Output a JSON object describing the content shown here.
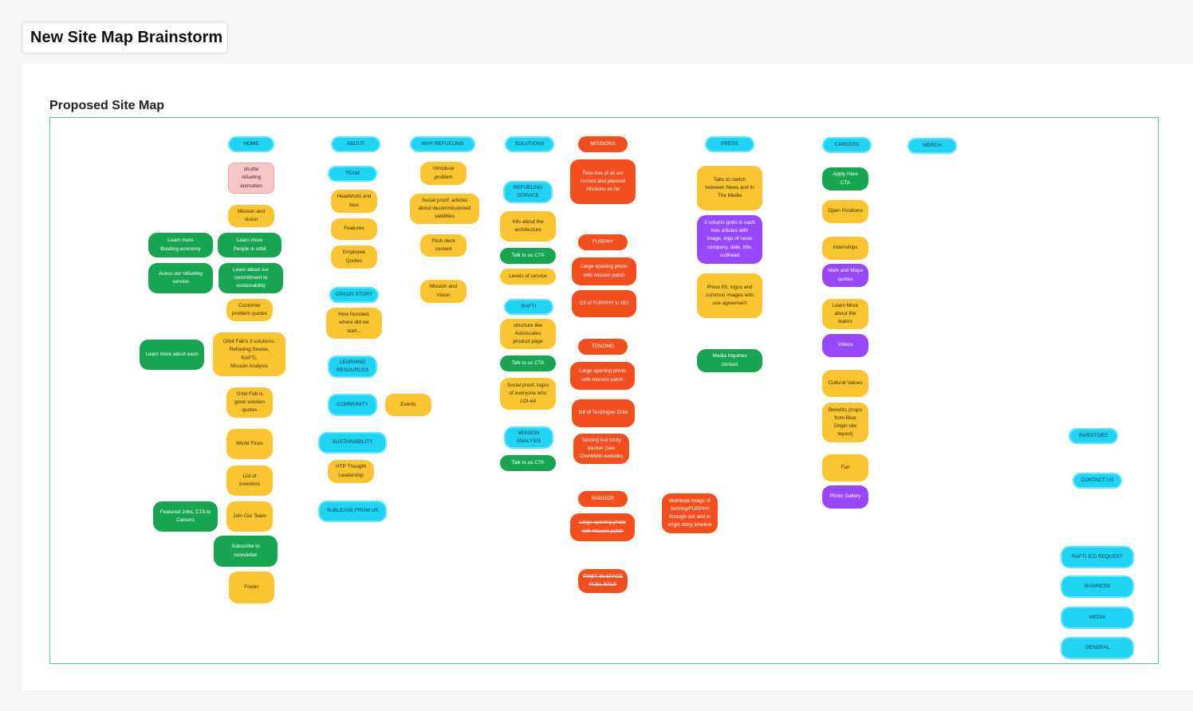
{
  "page": {
    "title": "New Site Map Brainstorm",
    "section_title": "Proposed Site Map"
  },
  "palette": {
    "cyan": "#1fd3f3",
    "yellow": "#fbc531",
    "green": "#18a552",
    "red": "#f24e1e",
    "pink": "#f7c6c6",
    "purple": "#9747ff",
    "frame_border": "#4fc4a0"
  },
  "nodes": {
    "home": "HOME",
    "shuttle_refueling_animation": "shuttle\nrefueling\nanimation",
    "mission_and_vision": "Mission and\nvision",
    "learn_more_bustling_economy": "Learn more\nBustling economy",
    "learn_more_people_in_orbit": "Learn more\nPeople in orbit",
    "access_refueling_service": "Acess our refueling\nservice",
    "learn_commitment_sustainability": "Learn about our\ncommitment to\nsustainability",
    "customer_problem_quotes": "Customer\nproblem quotes",
    "learn_more_about_each": "Learn more about each",
    "orbit_fab_3_solutions": "Orbit Fab's 3 solutions:\nRefueling Sevice,\nRAFTI,\nMission Analysis",
    "good_solution_quotes": "Orbit Fab is\ngood solution\nquotes",
    "world_firsts": "World Firsts",
    "list_of_investors": "List of\nInvestors",
    "featured_jobs": "Featured Jobs, CTA to\nCareers",
    "join_our_team": "Join Our Team",
    "subscribe_newsletter": "Subscribe to\nnewsletter",
    "footer": "Footer",
    "about": "ABOUT",
    "team": "TEAM",
    "headshots_and_bios": "Headshots and\nbios",
    "features": "Features",
    "employee_quotes": "Employee\nQuotes",
    "origin_story": "ORIGIN STORY",
    "how_founded": "How founded,\nwhere did we\nstart...",
    "learning_resources": "LEARNING\nRESOURCES",
    "community": "COMMUNITY",
    "events": "Events",
    "sustainability": "SUSTAINABILITY",
    "htp_thought_leadership": "HTP Thought\nLeadership",
    "sublease_from_us": "SUBLEASE FROM US",
    "why_refueling": "WHY REFUELING",
    "introduce_problem": "Introduce\nproblem",
    "social_proof_articles": "Social proof: articles\nabout decommissioned\nsatellites",
    "pitch_deck_content": "Pitch deck\ncontent",
    "mission_and_vision_2": "Mission and\nVision",
    "solutions": "SOLUTIONS",
    "refueling_service": "REFUELING\nSERVICE",
    "info_architecture": "Info about the\narchitecture",
    "talk_to_us_cta_1": "Talk to us CTA",
    "levels_of_service": "Levels of service",
    "rafti": "RAFTI",
    "structure_like_astroscales": "structure like\nAstroscales\nproduct page",
    "talk_to_us_cta_2": "Talk to us CTA",
    "social_proof_logos": "Social proof, logos\nof everyone who\nLOI-ed",
    "mission_analysis": "MISSION\nANALYSIS",
    "talk_to_us_cta_3": "Talk to us CTA",
    "missions": "MISSIONS",
    "timeline_missions": "Time line of all our\ncurrent and planned\nmissions so far",
    "furphy": "FURPHY",
    "furphy_photo": "Large opening photo\nwith mission patch",
    "gif_furphy_iss": "Gif of FURPHY in ISS",
    "tenzing": "TENZING",
    "tenzing_photo": "Large opening photo\nwith mission patch",
    "gif_tenzingon_orbit": "Gif of Tenzingon Orbit",
    "tenzing_live_tracker": "Tenzing live Unity\ntracker (see\nOneWebb website)",
    "rangor": "RANGOR",
    "rangor_photo": "Large opening photo\nwith mission patch",
    "first_in_space_fuel_sale": "FIRST-IN-SPACE\nFUEL SALE",
    "distribute_images": "distribute imags of\nTenzing/FURPHY\nthrough out and in\norigin story timeline",
    "press": "PRESS",
    "tabs_news_media": "Tabs to switch\nbetween News and In\nThe Media",
    "column_grids": "3 column grids in each\nlists articles with\nimage, logo of news\ncompany, date, title,\nsubhead",
    "press_kit": "Press Kit, logos and\ncommon images with\nuse agreement",
    "media_inquiries": "Media inquiries\ncontact",
    "careers": "CAREERS",
    "apply_here_cta": "Apply Here\nCTA",
    "open_positions": "Open Positions",
    "internships": "Internships",
    "mark_maya_quotes": "Mark and Maya\nquotes",
    "learn_more_teams": "Learn More\nabout the\nteams",
    "videos": "Videos",
    "cultural_values": "Cultural Values",
    "benefits": "Benefits (inspo\nfrom Blue\nOrigin site\nlayout)",
    "fun": "Fun",
    "photo_gallery": "Photo Gallery",
    "merch": "MERCH",
    "investors": "INVESTORS",
    "contact_us": "CONTACT US",
    "rafti_icd_request": "RAFTI ICD REQUEST",
    "business": "BUSINESS",
    "media": "MEDIA",
    "general": "GENERAL"
  }
}
